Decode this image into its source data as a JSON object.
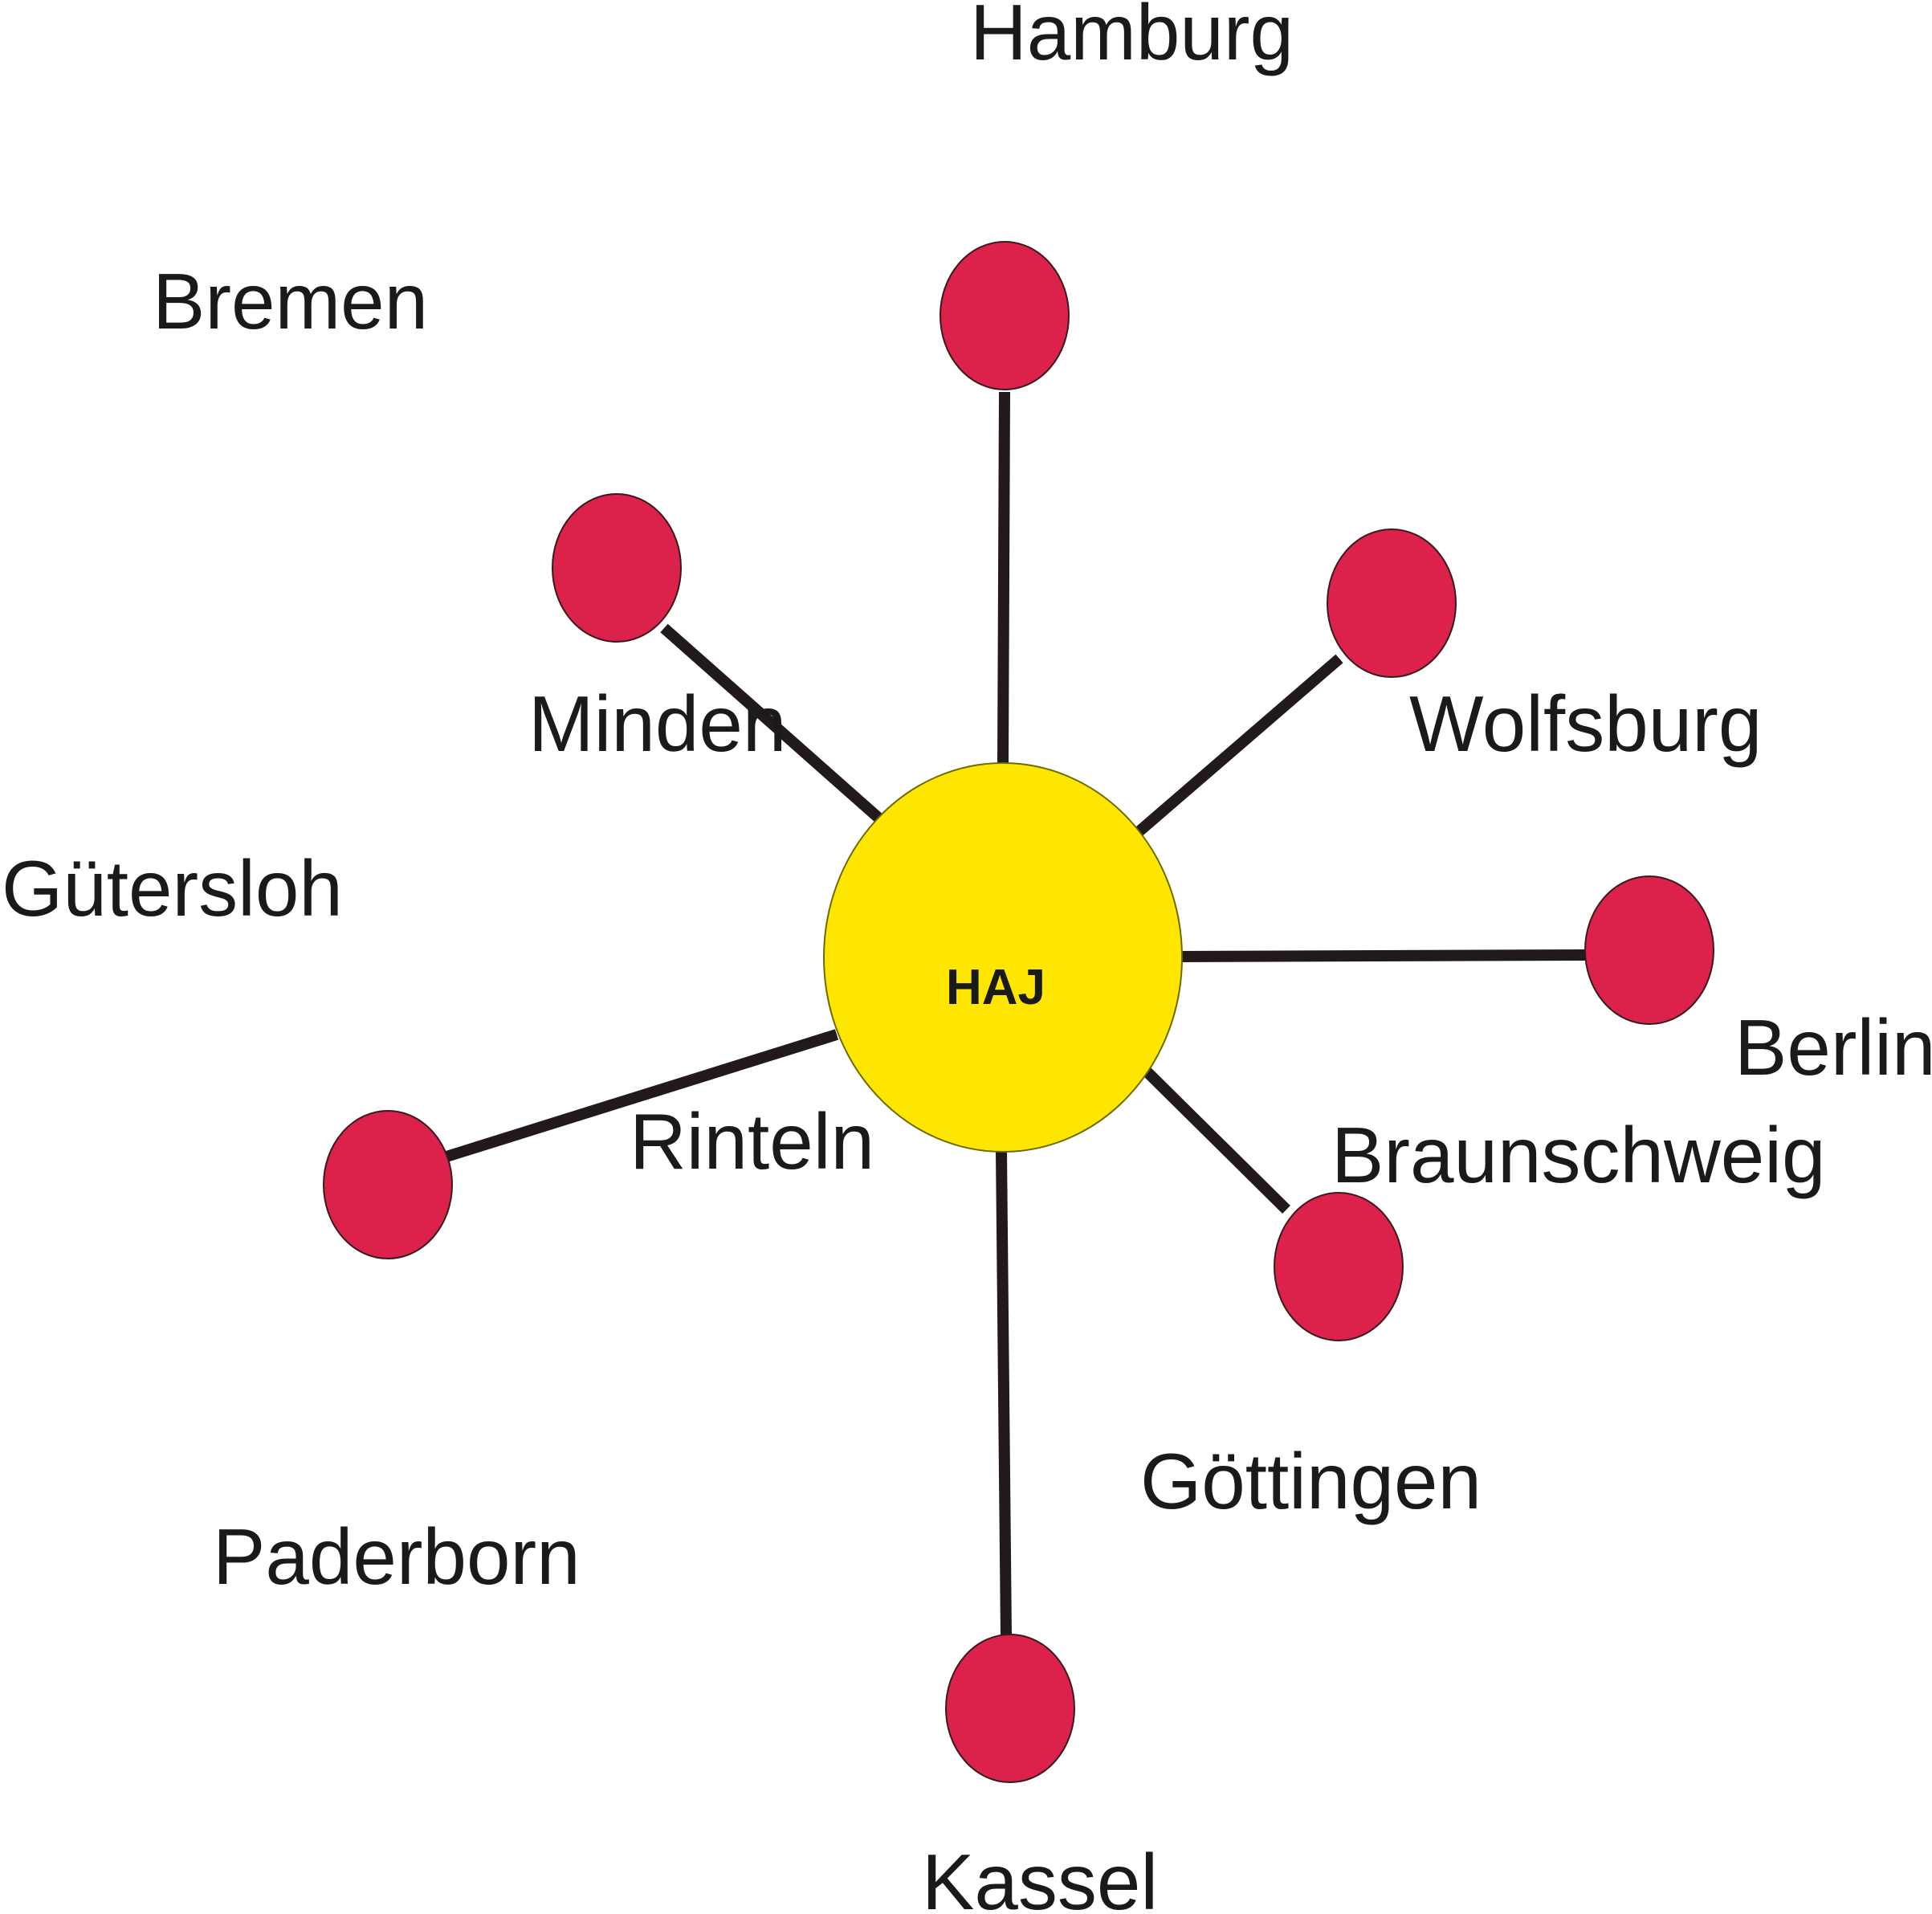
{
  "colors": {
    "hub_fill": "#FFE600",
    "node_fill": "#DC224B",
    "edge": "#221A1A",
    "text": "#1A1A1A",
    "background": "#FFFFFF"
  },
  "hub": {
    "label": "HAJ"
  },
  "connected_nodes": [
    "north",
    "northwest",
    "northeast",
    "east",
    "southeast",
    "south",
    "west"
  ],
  "labels": {
    "hamburg": "Hamburg",
    "bremen": "Bremen",
    "minden": "Minden",
    "wolfsburg": "Wolfsburg",
    "guetersloh": "Gütersloh",
    "berlin": "Berlin",
    "rinteln": "Rinteln",
    "braunschweig": "Braunschweig",
    "goettingen": "Göttingen",
    "paderborn": "Paderborn",
    "kassel": "Kassel"
  }
}
